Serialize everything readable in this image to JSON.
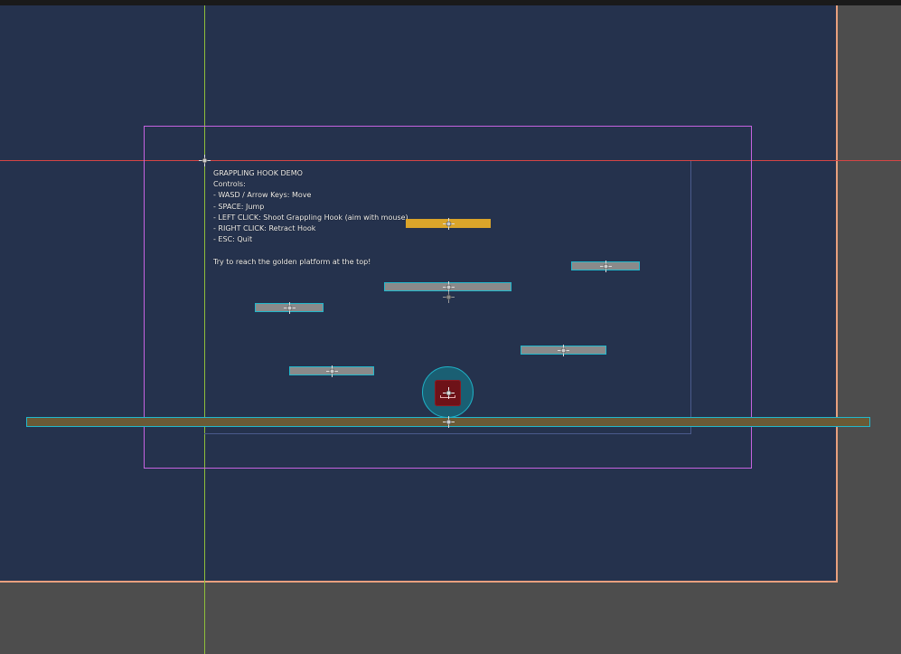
{
  "instructions": {
    "title": "GRAPPLING HOOK DEMO",
    "controls_header": "Controls:",
    "move": "- WASD / Arrow Keys: Move",
    "jump": "- SPACE: Jump",
    "shoot": "- LEFT CLICK: Shoot Grappling Hook (aim with mouse)",
    "retract": "- RIGHT CLICK: Retract Hook",
    "quit": "- ESC: Quit",
    "blank": "",
    "goal": "Try to reach the golden platform at the top!"
  },
  "colors": {
    "scene_background": "#25324d",
    "editor_background": "#4d4d4d",
    "platform_fill": "#8a8a8a",
    "platform_outline": "#22b8cc",
    "goal_platform": "#dba52a",
    "ground": "#6a5a36",
    "player_collision": "#1a5f73",
    "player_sprite": "#6e1218",
    "x_axis": "#d54545",
    "y_axis": "#8fbf3a",
    "camera_limits": "#c563e0",
    "screen_bounds": "#e8a07e"
  },
  "icons": {
    "node_pivot": "crosshair-pivot-icon",
    "origin": "origin-icon"
  }
}
